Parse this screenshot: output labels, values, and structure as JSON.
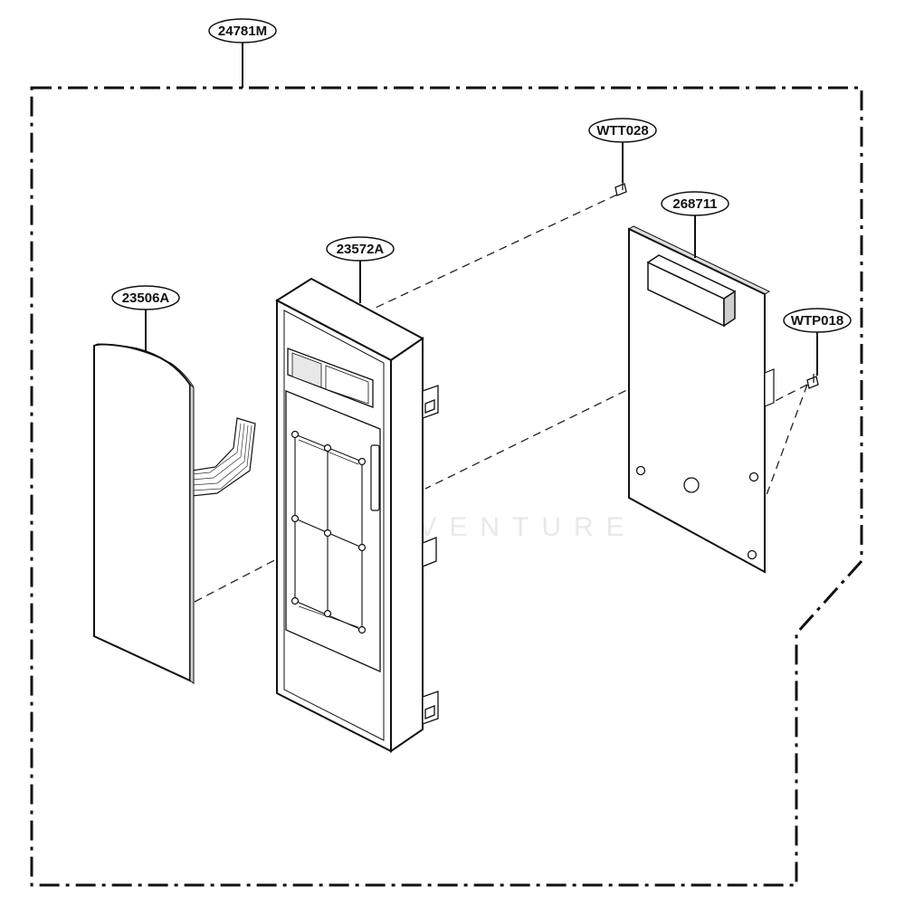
{
  "diagram": {
    "assembly_label": "24781M",
    "parts": [
      {
        "id": "wtt028",
        "label": "WTT028"
      },
      {
        "id": "268711",
        "label": "268711"
      },
      {
        "id": "23572a",
        "label": "23572A"
      },
      {
        "id": "23506a",
        "label": "23506A"
      },
      {
        "id": "wtp018",
        "label": "WTP018"
      }
    ],
    "watermark": "EASYVENTURE"
  },
  "colors": {
    "line": "#111111",
    "part_fill": "#ffffff",
    "shade": "#cfcfcf",
    "background": "#ffffff"
  }
}
